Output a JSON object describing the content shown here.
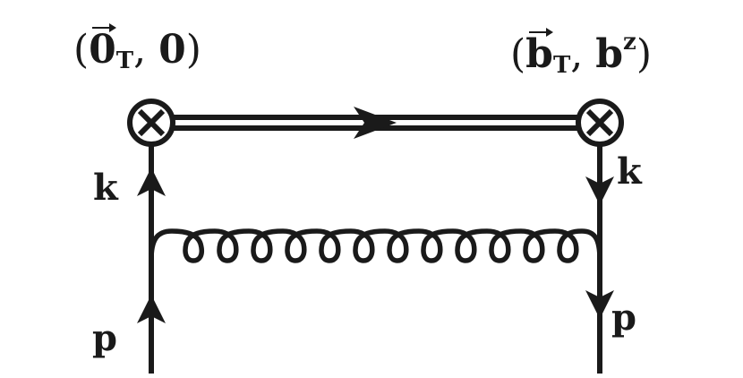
{
  "diagram": {
    "type": "feynman-diagram",
    "stroke_color": "#1a1a1a",
    "background": "#ffffff",
    "vertices": [
      {
        "id": "left-vertex",
        "symbol": "circled-times",
        "label": {
          "open": "(",
          "vector": "0",
          "subscript": "T",
          "sep": ", ",
          "second": "0",
          "close": ")"
        }
      },
      {
        "id": "right-vertex",
        "symbol": "circled-times",
        "label": {
          "open": "(",
          "vector": "b",
          "subscript": "T",
          "sep": ", ",
          "second": "b",
          "superscript": "z",
          "close": ")"
        }
      }
    ],
    "wilson_line": {
      "style": "double-line",
      "arrow": "right"
    },
    "quark_lines": {
      "left": {
        "direction": "up",
        "upper_label": "k",
        "lower_label": "p"
      },
      "right": {
        "direction": "down",
        "upper_label": "k",
        "lower_label": "p"
      }
    },
    "gluon": {
      "style": "curly",
      "loops": 12,
      "from": "left-quark-line",
      "to": "right-quark-line"
    }
  }
}
